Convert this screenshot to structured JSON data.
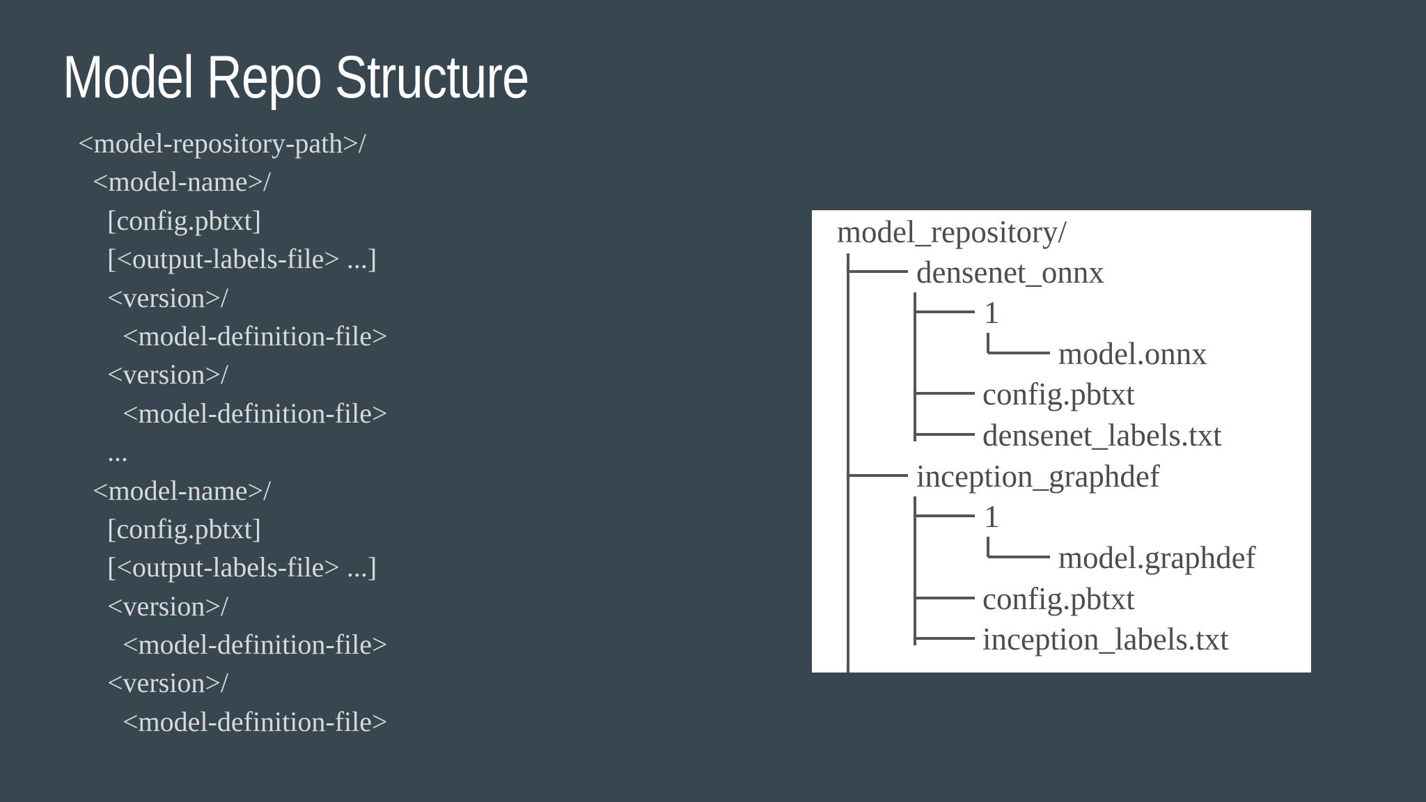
{
  "slide": {
    "title": "Model Repo Structure"
  },
  "structure_lines": [
    "<model-repository-path>/",
    "<model-name>/",
    "[config.pbtxt]",
    "[<output-labels-file> ...]",
    "<version>/",
    "<model-definition-file>",
    "<version>/",
    "<model-definition-file>",
    "...",
    "<model-name>/",
    "[config.pbtxt]",
    "[<output-labels-file> ...]",
    "<version>/",
    "<model-definition-file>",
    "<version>/",
    "<model-definition-file>"
  ],
  "example_tree": {
    "root": "model_repository/",
    "densenet_dir": "densenet_onnx",
    "densenet_version": "1",
    "densenet_model": "model.onnx",
    "densenet_config": "config.pbtxt",
    "densenet_labels": "densenet_labels.txt",
    "inception_dir": "inception_graphdef",
    "inception_version": "1",
    "inception_model": "model.graphdef",
    "inception_config": "config.pbtxt",
    "inception_labels": "inception_labels.txt"
  },
  "colors": {
    "background": "#38464f",
    "title": "#ffffff",
    "body_text": "#d7dadc",
    "tree_panel": "#ffffff",
    "tree_text": "#4d4d4d"
  }
}
